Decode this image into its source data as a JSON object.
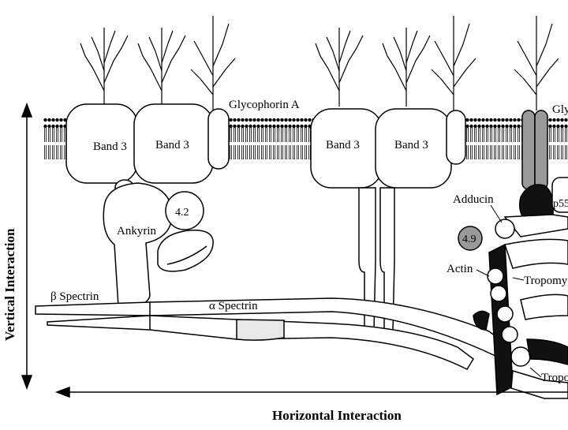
{
  "labels": {
    "glycophorin_a": "Glycophorin A",
    "glycophorin_a_cut": "Gly",
    "band3_1": "Band 3",
    "band3_2": "Band 3",
    "band3_3": "Band 3",
    "band3_4": "Band 3",
    "ankyrin": "Ankyrin",
    "protein_42": "4.2",
    "beta_spectrin": "β Spectrin",
    "alpha_spectrin": "α Spectrin",
    "adducin": "Adducin",
    "protein_49": "4.9",
    "actin": "Actin",
    "p55_cut": "p55",
    "tropomyosin_cut": "Tropomy",
    "tropomodulin_cut": "Tropo"
  },
  "axes": {
    "vertical": "Vertical Interaction",
    "horizontal": "Horizontal Interaction"
  },
  "colors": {
    "line": "#000000",
    "fill": "#ffffff",
    "grey_protein": "#9a9a9a",
    "dark_protein": "#111111"
  }
}
